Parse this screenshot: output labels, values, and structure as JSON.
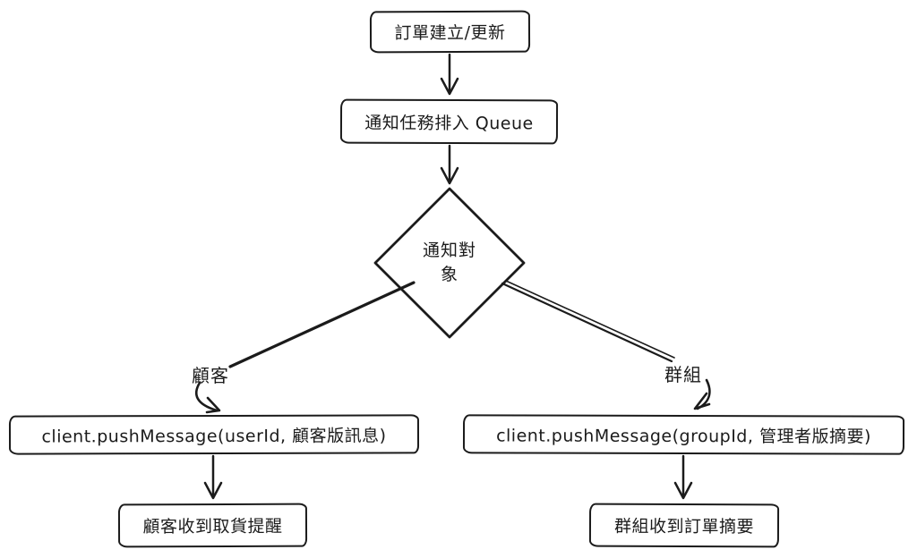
{
  "diagram": {
    "type": "flowchart",
    "background_color": "#ffffff",
    "stroke_color": "#1b1b1b",
    "nodes": {
      "order_event": {
        "label": "訂單建立/更新",
        "shape": "rectangle"
      },
      "queue_task": {
        "label": "通知任務排入 Queue",
        "shape": "rectangle"
      },
      "notify_target": {
        "label": "通知對象",
        "shape": "diamond"
      },
      "push_customer": {
        "label": "client.pushMessage(userId, 顧客版訊息)",
        "shape": "rectangle"
      },
      "push_group": {
        "label": "client.pushMessage(groupId, 管理者版摘要)",
        "shape": "rectangle"
      },
      "customer_result": {
        "label": "顧客收到取貨提醒",
        "shape": "rectangle"
      },
      "group_result": {
        "label": "群組收到訂單摘要",
        "shape": "rectangle"
      }
    },
    "edges": {
      "customer_branch_label": "顧客",
      "group_branch_label": "群組"
    }
  }
}
